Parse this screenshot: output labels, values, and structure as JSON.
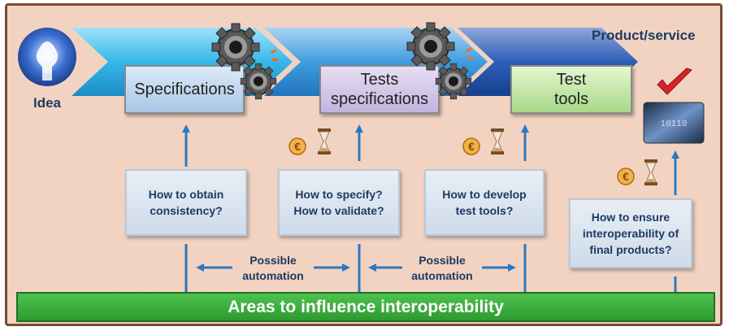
{
  "diagram": {
    "idea_label": "Idea",
    "product_label": "Product/service",
    "stages": [
      {
        "line1": "Specifications",
        "line2": ""
      },
      {
        "line1": "Tests",
        "line2": "specifications"
      },
      {
        "line1": "Test",
        "line2": "tools"
      }
    ],
    "questions": [
      {
        "line1": "How to obtain",
        "line2": "consistency?",
        "line3": ""
      },
      {
        "line1": "How to specify?",
        "line2": "How to validate?",
        "line3": ""
      },
      {
        "line1": "How to develop",
        "line2": "test tools?",
        "line3": ""
      },
      {
        "line1": "How to ensure",
        "line2": "interoperability of",
        "line3": "final products?"
      }
    ],
    "automation": [
      {
        "line1": "Possible",
        "line2": "automation"
      },
      {
        "line1": "Possible",
        "line2": "automation"
      }
    ],
    "bottom_bar": "Areas to influence interoperability",
    "colors": {
      "background": "#f2d3c2",
      "chevron_light": "#35b8ea",
      "chevron_mid": "#2d8fd0",
      "chevron_dark": "#1f4fa6",
      "arrow": "#2b78c2",
      "bar": "#3aae3c",
      "check": "#d8222a"
    },
    "icons": [
      "lightbulb-icon",
      "gear-icon",
      "money-icon",
      "hourglass-icon",
      "checkmark-icon",
      "binary-screen-icon"
    ]
  }
}
